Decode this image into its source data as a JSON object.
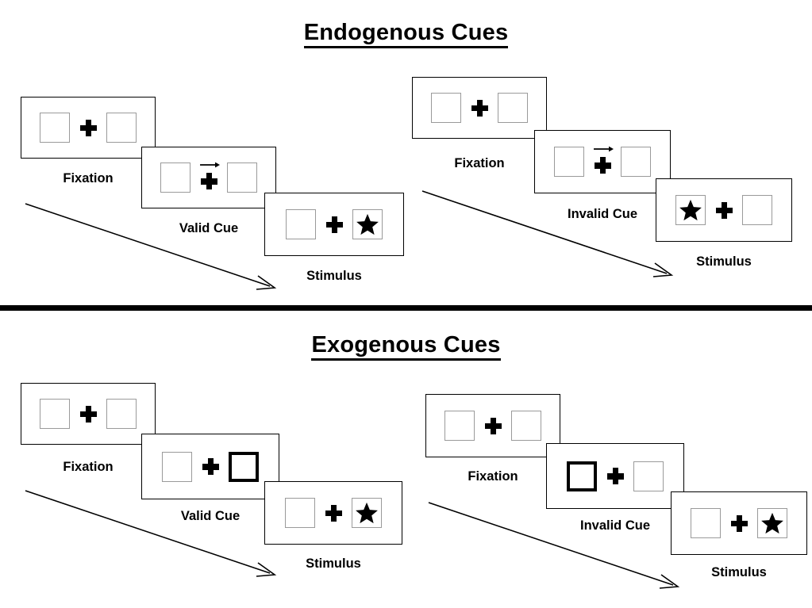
{
  "figure": {
    "sections": [
      {
        "id": "endogenous",
        "title": "Endogenous Cues",
        "cue_type": "arrow",
        "trials": [
          {
            "id": "endogenous-valid",
            "validity": "valid",
            "steps": [
              {
                "label": "Fixation",
                "left_box": "empty",
                "right_box": "empty",
                "cue": "none"
              },
              {
                "label": "Valid Cue",
                "left_box": "empty",
                "right_box": "empty",
                "cue": "arrow-right"
              },
              {
                "label": "Stimulus",
                "left_box": "empty",
                "right_box": "star",
                "cue": "none"
              }
            ]
          },
          {
            "id": "endogenous-invalid",
            "validity": "invalid",
            "steps": [
              {
                "label": "Fixation",
                "left_box": "empty",
                "right_box": "empty",
                "cue": "none"
              },
              {
                "label": "Invalid Cue",
                "left_box": "empty",
                "right_box": "empty",
                "cue": "arrow-right"
              },
              {
                "label": "Stimulus",
                "left_box": "star",
                "right_box": "empty",
                "cue": "none"
              }
            ]
          }
        ]
      },
      {
        "id": "exogenous",
        "title": "Exogenous Cues",
        "cue_type": "box-flash",
        "trials": [
          {
            "id": "exogenous-valid",
            "validity": "valid",
            "steps": [
              {
                "label": "Fixation",
                "left_box": "empty",
                "right_box": "empty",
                "cue": "none"
              },
              {
                "label": "Valid Cue",
                "left_box": "empty",
                "right_box": "bold",
                "cue": "none"
              },
              {
                "label": "Stimulus",
                "left_box": "empty",
                "right_box": "star",
                "cue": "none"
              }
            ]
          },
          {
            "id": "exogenous-invalid",
            "validity": "invalid",
            "steps": [
              {
                "label": "Fixation",
                "left_box": "empty",
                "right_box": "empty",
                "cue": "none"
              },
              {
                "label": "Invalid Cue",
                "left_box": "bold",
                "right_box": "empty",
                "cue": "none"
              },
              {
                "label": "Stimulus",
                "left_box": "empty",
                "right_box": "star",
                "cue": "none"
              }
            ]
          }
        ]
      }
    ],
    "colors": {
      "background": "#ffffff",
      "panel_border": "#000000",
      "inner_box_border": "#9a9a9a",
      "cue_box_border": "#000000",
      "stimulus": "#000000",
      "divider": "#000000"
    },
    "captions": {
      "fixation": "Fixation",
      "valid_cue": "Valid Cue",
      "invalid_cue": "Invalid Cue",
      "stimulus": "Stimulus"
    }
  }
}
